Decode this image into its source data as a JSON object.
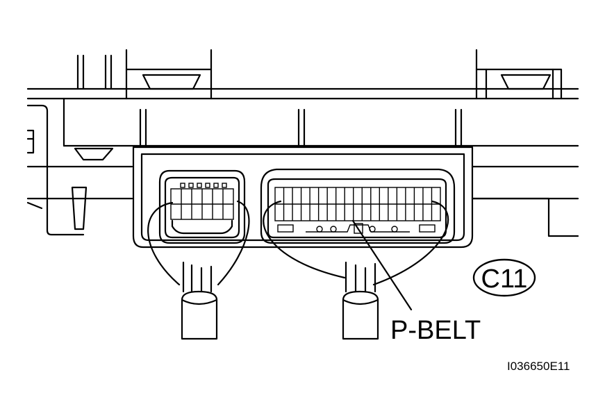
{
  "diagram": {
    "connector_label": "C11",
    "callout_label": "P-BELT",
    "figure_id": "I036650E11"
  }
}
